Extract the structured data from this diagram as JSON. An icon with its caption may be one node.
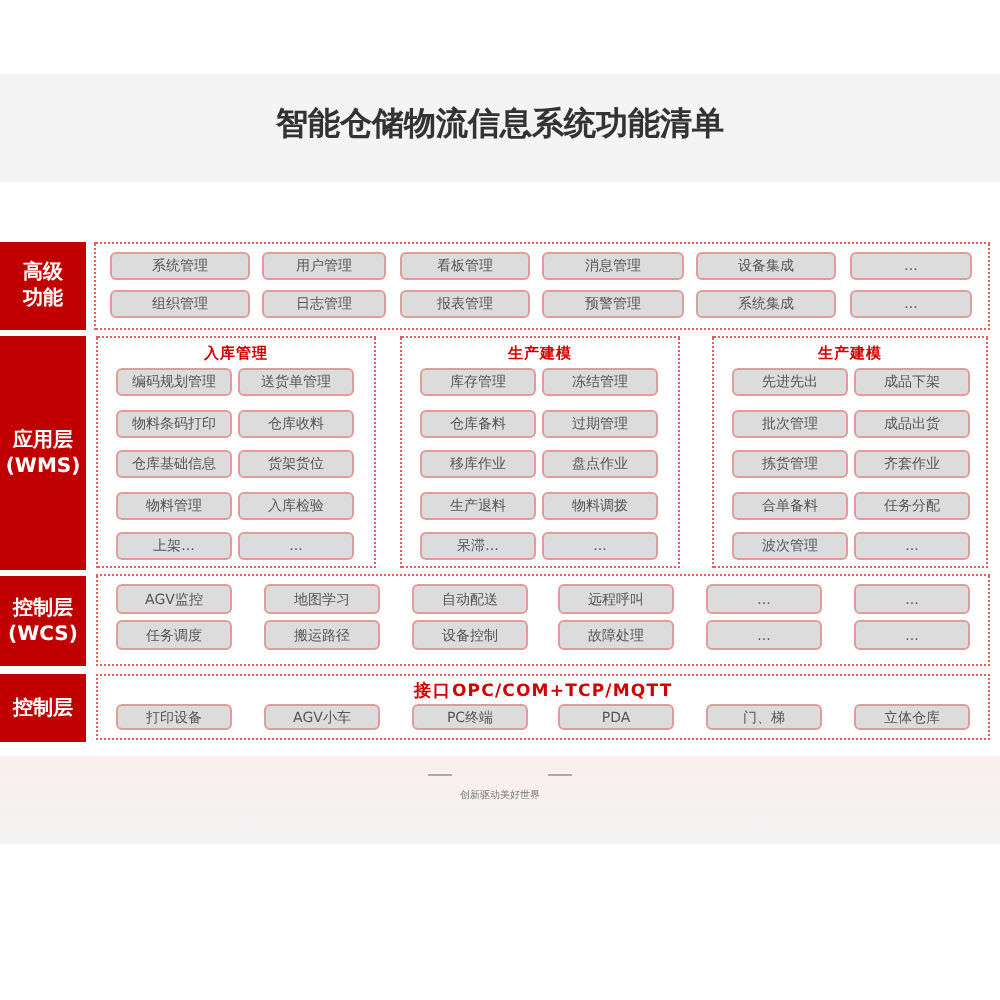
{
  "diagram": {
    "title": "智能仓储物流信息系统功能清单",
    "nodes": [
      {
        "text": [
          "高级功能"
        ]
      },
      {
        "text": [],
        "shape": "box"
      },
      {
        "text": [
          "系统管理"
        ],
        "in": 1
      },
      {
        "text": [
          "用户管理"
        ],
        "in": 1
      },
      {
        "text": [
          "看板管理"
        ],
        "in": 1
      },
      {
        "text": [
          "消息管理"
        ],
        "in": 1
      },
      {
        "text": [
          "设备集成"
        ],
        "in": 1
      },
      {
        "text": [
          "..."
        ],
        "in": 1
      },
      {
        "text": [
          "组织管理"
        ],
        "in": 1
      },
      {
        "text": [
          "日志管理"
        ],
        "in": 1
      },
      {
        "text": [
          "报表管理"
        ],
        "in": 1
      },
      {
        "text": [
          "预警管理"
        ],
        "in": 1
      },
      {
        "text": [
          "系统集成"
        ],
        "in": 1
      },
      {
        "text": [
          "..."
        ],
        "in": 1
      },
      {
        "text": [
          "应用层 (WMS)"
        ]
      },
      {
        "text": [
          "入库管理"
        ]
      },
      {
        "text": [
          "编码规划管理"
        ],
        "in": 15
      },
      {
        "text": [
          "送货单管理"
        ],
        "in": 15
      },
      {
        "text": [
          "物料条码打印"
        ],
        "in": 15
      },
      {
        "text": [
          "仓库收料"
        ],
        "in": 15
      },
      {
        "text": [
          "仓库基础信息"
        ],
        "in": 15
      },
      {
        "text": [
          "货架货位"
        ],
        "in": 15
      },
      {
        "text": [
          "物料管理"
        ],
        "in": 15
      },
      {
        "text": [
          "入库检验"
        ],
        "in": 15
      },
      {
        "text": [
          "上架..."
        ],
        "in": 15
      },
      {
        "text": [
          "..."
        ],
        "in": 15
      },
      {
        "text": [
          "生产建模"
        ]
      },
      {
        "text": [
          "库存管理"
        ],
        "in": 26
      },
      {
        "text": [
          "冻结管理"
        ],
        "in": 26
      },
      {
        "text": [
          "仓库备料"
        ],
        "in": 26
      },
      {
        "text": [
          "过期管理"
        ],
        "in": 26
      },
      {
        "text": [
          "移库作业"
        ],
        "in": 26
      },
      {
        "text": [
          "盘点作业"
        ],
        "in": 26
      },
      {
        "text": [
          "生产退料"
        ],
        "in": 26
      },
      {
        "text": [
          "物料调拨"
        ],
        "in": 26
      },
      {
        "text": [
          "呆滞..."
        ],
        "in": 26
      },
      {
        "text": [
          "..."
        ],
        "in": 26
      },
      {
        "text": [
          "生产建模"
        ]
      },
      {
        "text": [
          "先进先出"
        ],
        "in": 37
      },
      {
        "text": [
          "成品下架"
        ],
        "in": 37
      },
      {
        "text": [
          "批次管理"
        ],
        "in": 37
      },
      {
        "text": [
          "成品出货"
        ],
        "in": 37
      },
      {
        "text": [
          "拣货管理"
        ],
        "in": 37
      },
      {
        "text": [
          "齐套作业"
        ],
        "in": 37
      },
      {
        "text": [
          "合单备料"
        ],
        "in": 37
      },
      {
        "text": [
          "任务分配"
        ],
        "in": 37
      },
      {
        "text": [
          "波次管理"
        ],
        "in": 37
      },
      {
        "text": [
          "..."
        ],
        "in": 37
      },
      {
        "text": [
          "控制层 (WCS)"
        ]
      },
      {
        "text": [],
        "shape": "box"
      },
      {
        "text": [
          "AGV监控"
        ],
        "in": 49
      },
      {
        "text": [
          "地图学习"
        ],
        "in": 49
      },
      {
        "text": [
          "自动配送"
        ],
        "in": 49
      },
      {
        "text": [
          "远程呼叫"
        ],
        "in": 49
      },
      {
        "text": [
          "..."
        ],
        "in": 49
      },
      {
        "text": [
          "..."
        ],
        "in": 49
      },
      {
        "text": [
          "任务调度"
        ],
        "in": 49
      },
      {
        "text": [
          "搬运路径"
        ],
        "in": 49
      },
      {
        "text": [
          "设备控制"
        ],
        "in": 49
      },
      {
        "text": [
          "故障处理"
        ],
        "in": 49
      },
      {
        "text": [
          "..."
        ],
        "in": 49
      },
      {
        "text": [
          "..."
        ],
        "in": 49
      },
      {
        "text": [
          "控制层"
        ]
      },
      {
        "text": [
          "接口OPC/COM+TCP/MQTT"
        ]
      },
      {
        "text": [
          "打印设备"
        ],
        "in": 63
      },
      {
        "text": [
          "AGV小车"
        ],
        "in": 63
      },
      {
        "text": [
          "PC终端"
        ],
        "in": 63
      },
      {
        "text": [
          "PDA"
        ],
        "in": 63
      },
      {
        "text": [
          "门、梯"
        ],
        "in": 63
      },
      {
        "text": [
          "立体仓库"
        ],
        "in": 63
      }
    ],
    "labels": [
      "创新驱动美好世界"
    ]
  }
}
